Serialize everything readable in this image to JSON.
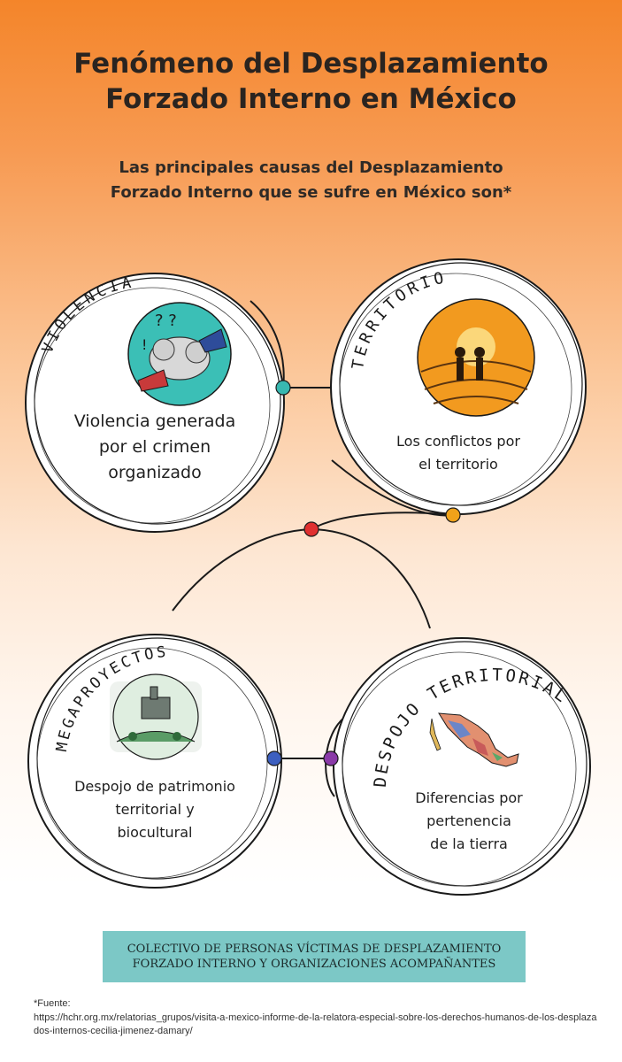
{
  "header": {
    "title_line1": "Fenómeno del Desplazamiento",
    "title_line2": "Forzado Interno en México",
    "subtitle_line1": "Las principales causas del Desplazamiento",
    "subtitle_line2": "Forzado Interno que se sufre en México son*"
  },
  "causes": [
    {
      "label": "VIOLENCIA",
      "text": [
        "Violencia generada",
        "por el crimen",
        "organizado"
      ],
      "icon": "violence-icon",
      "icon_color": "#3bbfb6"
    },
    {
      "label": "TERRITORIO",
      "text": [
        "Los conflictos por",
        "el territorio"
      ],
      "icon": "territory-icon",
      "icon_color": "#f29a1f"
    },
    {
      "label": "MEGAPROYECTOS",
      "text": [
        "Despojo de patrimonio",
        "territorial y",
        "biocultural"
      ],
      "icon": "megaproject-icon",
      "icon_color": "#5a9c66"
    },
    {
      "label": "DESPOJO TERRITORIAL",
      "text": [
        "Diferencias por",
        "pertenencia",
        "de la tierra"
      ],
      "icon": "mexico-map-icon",
      "icon_color": "#c85a5a"
    }
  ],
  "connector_colors": [
    "#38b8b0",
    "#f0a21a",
    "#e03030",
    "#3c5fc0",
    "#8a3aa8"
  ],
  "footer": {
    "line1": "COLECTIVO DE PERSONAS VÍCTIMAS DE DESPLAZAMIENTO",
    "line2": "FORZADO INTERNO Y ORGANIZACIONES ACOMPAÑANTES",
    "source_label": "*Fuente:",
    "source_url": "https://hchr.org.mx/relatorias_grupos/visita-a-mexico-informe-de-la-relatora-especial-sobre-los-derechos-humanos-de-los-desplazados-internos-cecilia-jimenez-damary/"
  },
  "colors": {
    "background_top": "#f4852a",
    "background_bottom": "#ffffff",
    "footer_box": "#7cc8c6"
  }
}
